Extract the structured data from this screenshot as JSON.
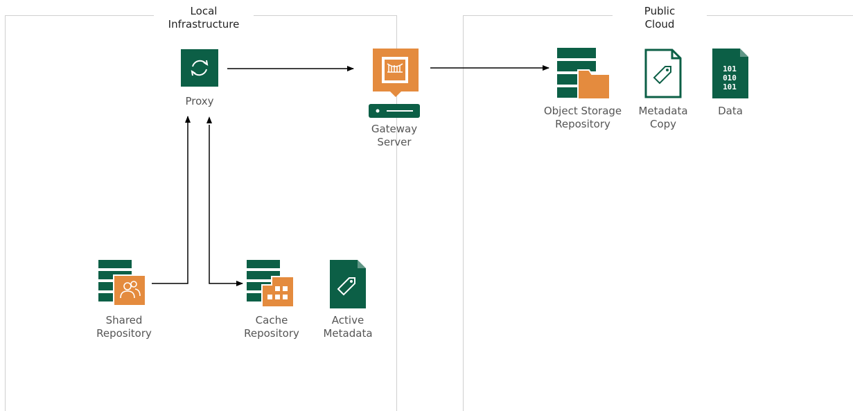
{
  "local_infrastructure": {
    "title_line1": "Local",
    "title_line2": "Infrastructure"
  },
  "public_cloud": {
    "title_line1": "Public",
    "title_line2": "Cloud"
  },
  "nodes": {
    "proxy": {
      "label": "Proxy"
    },
    "gateway_server": {
      "label_line1": "Gateway",
      "label_line2": "Server"
    },
    "object_storage": {
      "label_line1": "Object Storage",
      "label_line2": "Repository"
    },
    "metadata_copy": {
      "label_line1": "Metadata",
      "label_line2": "Copy"
    },
    "data": {
      "label": "Data",
      "binary_line1": "101",
      "binary_line2": "010",
      "binary_line3": "101"
    },
    "shared_repository": {
      "label_line1": "Shared",
      "label_line2": "Repository"
    },
    "cache_repository": {
      "label_line1": "Cache",
      "label_line2": "Repository"
    },
    "active_metadata": {
      "label_line1": "Active",
      "label_line2": "Metadata"
    }
  },
  "colors": {
    "green": "#0c5f46",
    "orange": "#e48b3e",
    "line": "#000000",
    "frame": "#cfcfcf"
  }
}
